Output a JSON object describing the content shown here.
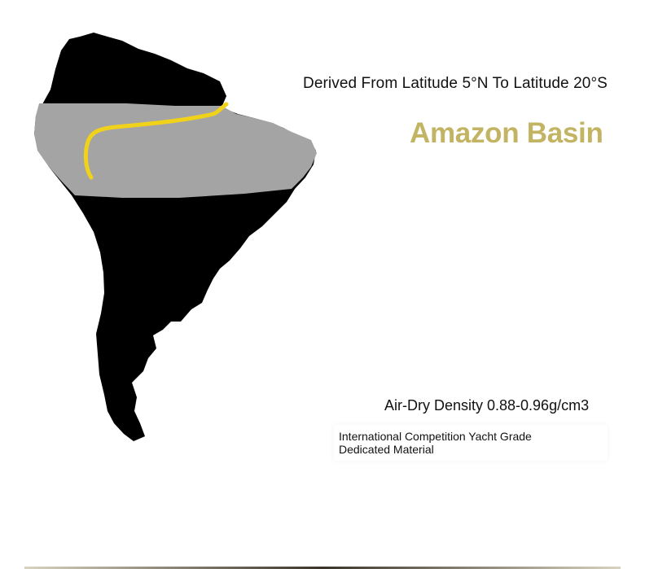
{
  "caption": {
    "latitude_range": "Derived From Latitude 5°N To Latitude 20°S",
    "region_name": "Amazon Basin",
    "density": "Air-Dry Density 0.88-0.96g/cm3",
    "grade_lines": [
      "International Competition Yacht Grade",
      "Dedicated Material"
    ]
  },
  "colors": {
    "continent": "#000000",
    "latitude_band": "#a4a4a4",
    "river": "#f1d21a",
    "title_accent": "#c2b463"
  }
}
